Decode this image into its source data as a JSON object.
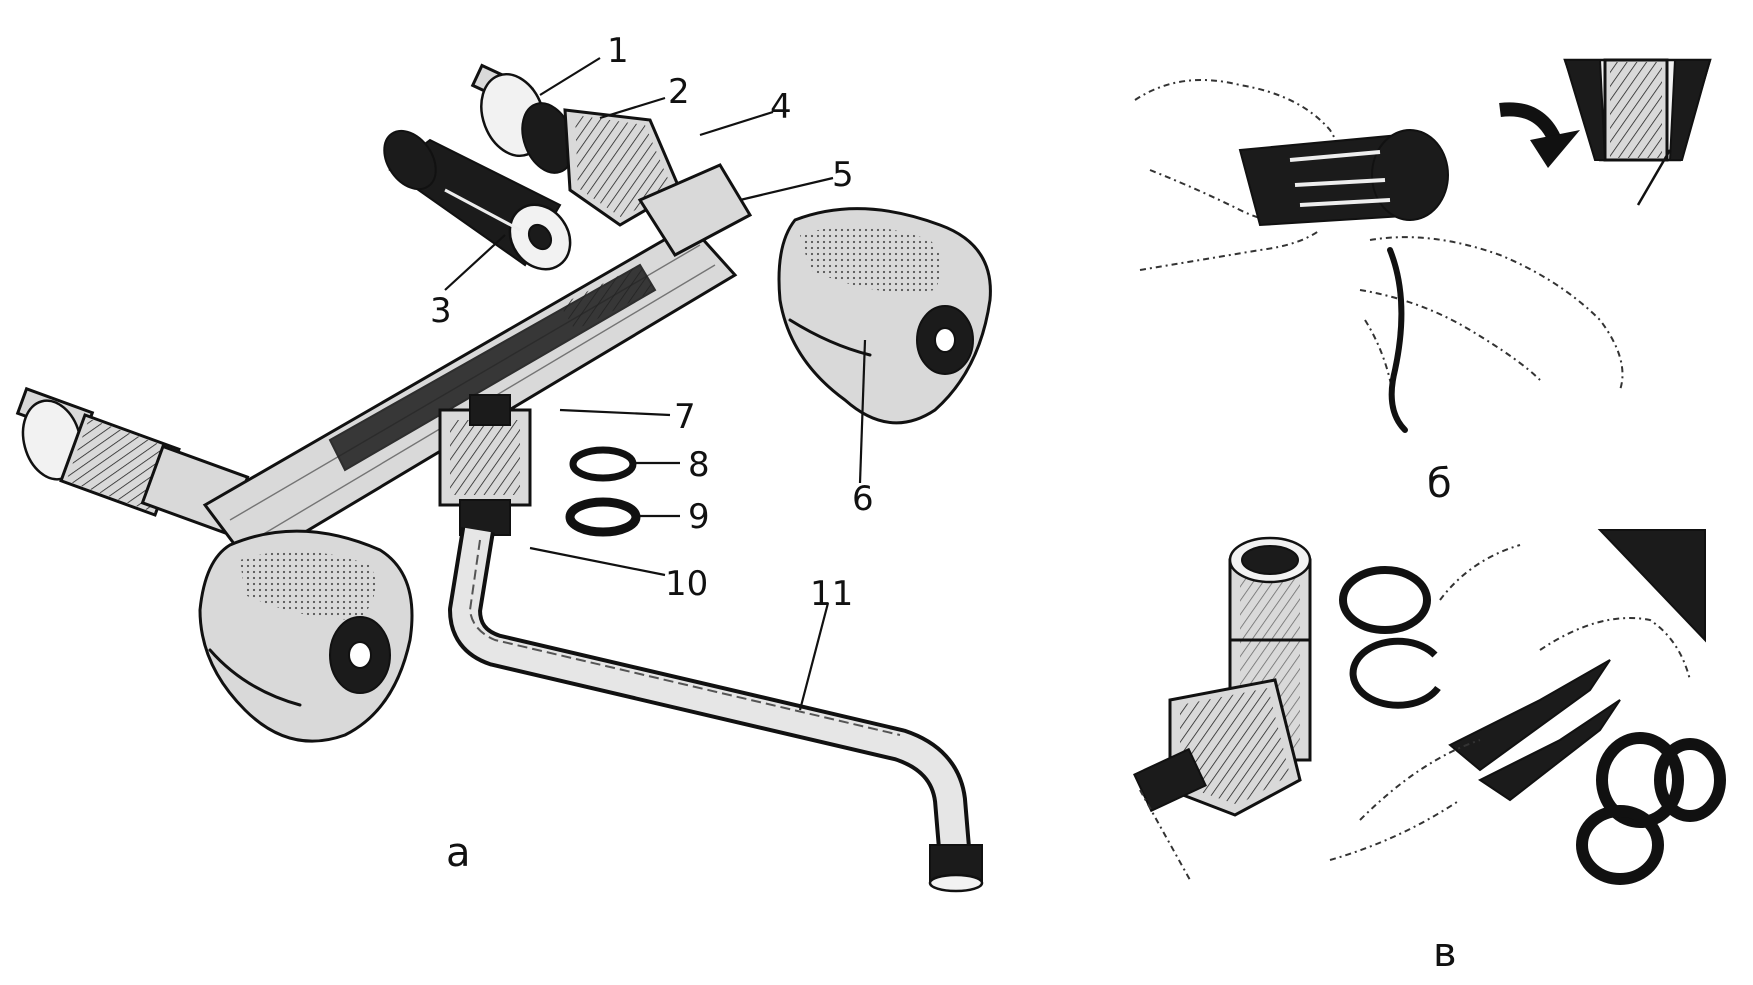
{
  "panels": {
    "a": "а",
    "b": "б",
    "v": "в"
  },
  "callouts": {
    "n1": "1",
    "n2": "2",
    "n3": "3",
    "n4": "4",
    "n5": "5",
    "n6": "6",
    "n7": "7",
    "n8": "8",
    "n9": "9",
    "n10": "10",
    "n11": "11"
  },
  "colors": {
    "ink": "#111111",
    "metal": "#d9d9d9",
    "background": "#ffffff"
  }
}
